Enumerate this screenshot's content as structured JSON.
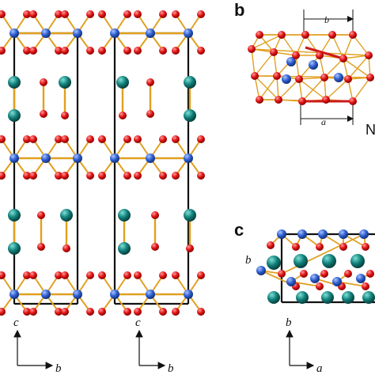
{
  "panels": {
    "b": {
      "label": "b",
      "dim_top": "b",
      "dim_bottom": "a",
      "cut_text": "N"
    },
    "c": {
      "label": "c",
      "axis_side": "b"
    }
  },
  "axes": [
    {
      "vertical": "c",
      "horizontal": "b"
    },
    {
      "vertical": "c",
      "horizontal": "b"
    },
    {
      "vertical": "b",
      "horizontal": "a"
    }
  ],
  "colors": {
    "oxygen": "#e01414",
    "metal_blue": "#2f5fd0",
    "metal_teal": "#11807a",
    "bond": "#e0a020",
    "cell": "#111111",
    "highlight": "#cc1a1a"
  }
}
